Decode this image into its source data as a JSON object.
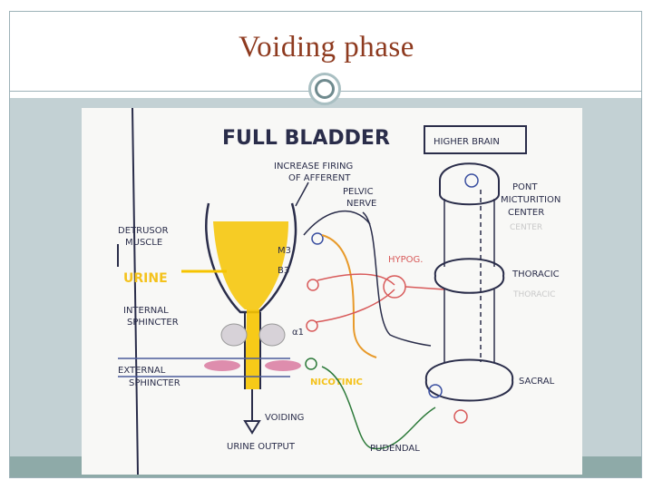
{
  "slide": {
    "title": "Voiding phase"
  },
  "diagram": {
    "title": "FULL BLADDER",
    "labels": {
      "higher_brain": "HIGHER BRAIN",
      "afferent_1": "INCREASE FIRING",
      "afferent_2": "OF AFFERENT",
      "pelvic_1": "PELVIC",
      "pelvic_2": "NERVE",
      "detrusor_1": "DETRUSOR",
      "detrusor_2": "MUSCLE",
      "urine": "URINE",
      "internal_1": "INTERNAL",
      "internal_2": "SPHINCTER",
      "external_1": "EXTERNAL",
      "external_2": "SPHINCTER",
      "m3": "M3",
      "b3": "B3",
      "a1": "α1",
      "hypog": "HYPOG.",
      "nicotinic": "NICOTINIC",
      "pont_1": "PONT",
      "pont_2": "MICTURITION",
      "pont_3": "CENTER",
      "pont_ghost": "CENTER",
      "thoracic": "THORACIC",
      "thoracic_ghost": "THORACIC",
      "sacral": "SACRAL",
      "voiding": "VOIDING",
      "urine_output": "URINE OUTPUT",
      "pudendal": "PUDENDAL"
    }
  }
}
